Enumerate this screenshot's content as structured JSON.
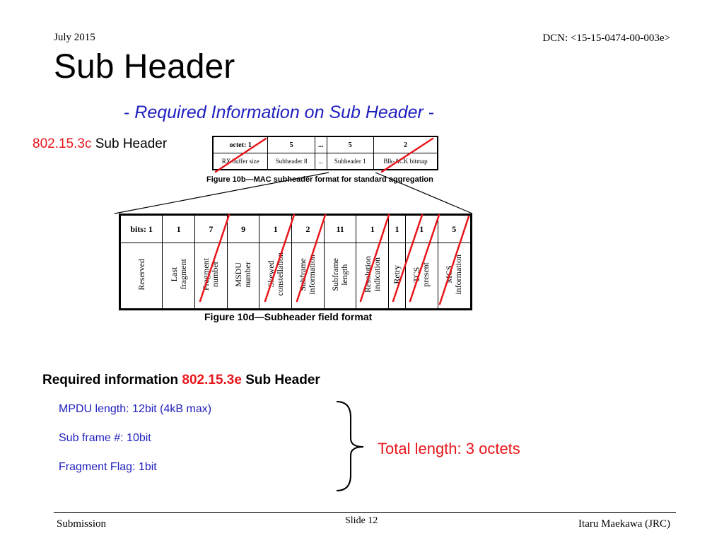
{
  "header": {
    "date": "July 2015",
    "dcn": "DCN: <15-15-0474-00-003e>"
  },
  "title": "Sub Header",
  "subtitle": {
    "dash_left": "- ",
    "text": "Required Information on Sub Header",
    "dash_right": " -"
  },
  "label_3c": {
    "standard": "802.15.3c",
    "text": " Sub Header"
  },
  "figure_b": {
    "header": [
      "octet: 1",
      "5",
      "...",
      "5",
      "2"
    ],
    "fields": [
      "RX buffer size",
      "Subheader 8",
      "...",
      "Subheader 1",
      "Blk-ACK bitmap"
    ],
    "caption": "Figure 10b—MAC subheader format for standard aggregation"
  },
  "figure_d": {
    "header": [
      "bits: 1",
      "1",
      "7",
      "9",
      "1",
      "2",
      "11",
      "1",
      "1",
      "1",
      "5"
    ],
    "fields": [
      "Reserved",
      "Last\nfragment",
      "Fragment\nnumber",
      "MSDU\nnumber",
      "Skewed\nconstellation",
      "Subframe\ninformation",
      "Subframe\nlength",
      "Resolution\nindication",
      "Retry",
      "TCS\npresent",
      "MCS\ninformation"
    ],
    "caption": "Figure 10d—Subheader field format"
  },
  "required": {
    "prefix": "Required information ",
    "standard": "802.15.3e",
    "suffix": " Sub Header",
    "items": [
      "MPDU length: 12bit (4kB max)",
      "Sub frame #: 10bit",
      "Fragment Flag: 1bit"
    ],
    "total": "Total length: 3 octets"
  },
  "footer": {
    "left": "Submission",
    "center": "Slide 12",
    "right": "Itaru Maekawa (JRC)"
  },
  "colors": {
    "accent_red": "#e8161b",
    "accent_blue": "#1f1fbf"
  }
}
